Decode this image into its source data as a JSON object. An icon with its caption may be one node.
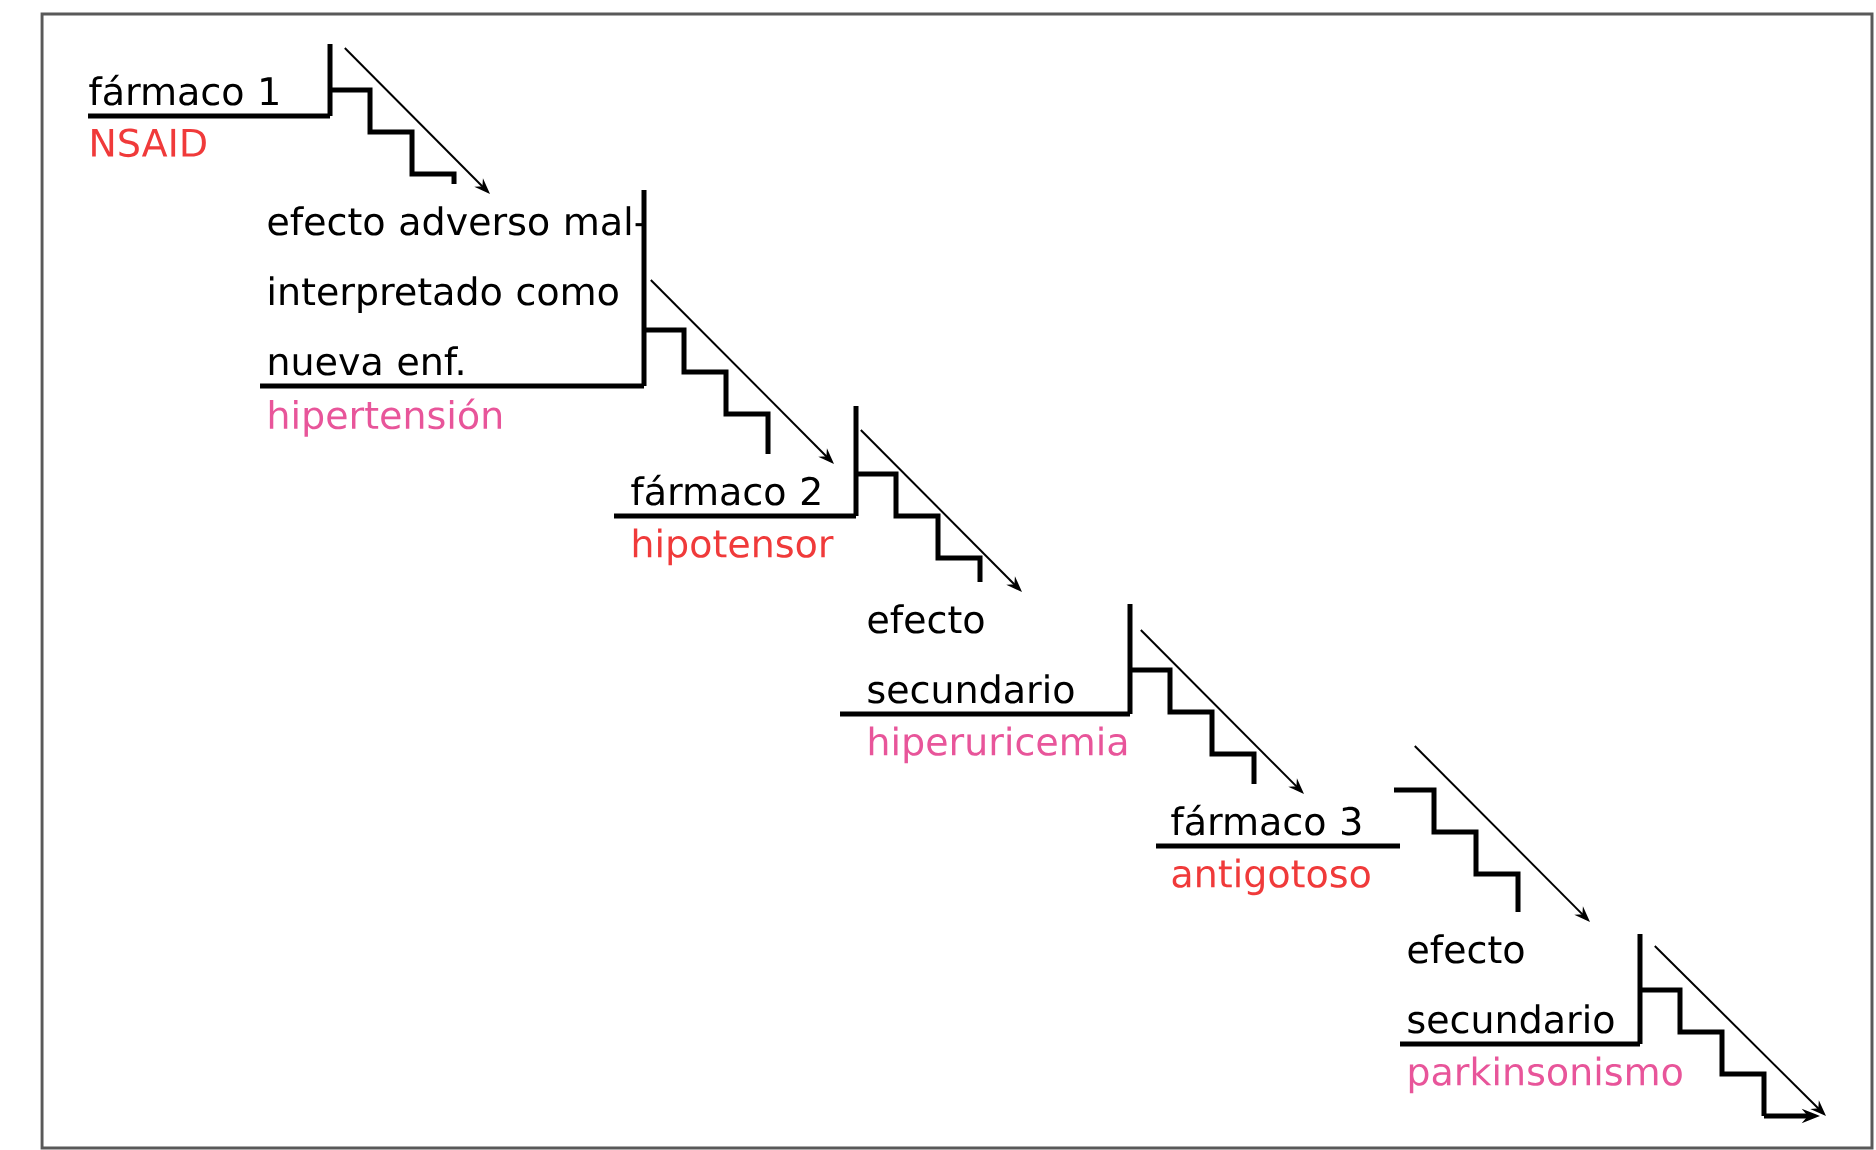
{
  "diagram": {
    "nodes": [
      {
        "text": [
          "fármaco 1",
          "NSAID"
        ]
      },
      {
        "text": [
          "efecto adverso mal-interpretado como nueva enf.",
          "hipertensión"
        ]
      },
      {
        "text": [
          "fármaco 2",
          "hipotensor"
        ]
      },
      {
        "text": [
          "efecto secundario",
          "hiperuricemia"
        ]
      },
      {
        "text": [
          "fármaco 3",
          "antigotoso"
        ]
      },
      {
        "text": [
          "efecto secundario",
          "parkinsonismo"
        ]
      }
    ],
    "edges": [
      {
        "from": 0,
        "to": 1,
        "arrow": "to"
      },
      {
        "from": 1,
        "to": 2,
        "arrow": "to"
      },
      {
        "from": 2,
        "to": 3,
        "arrow": "to"
      },
      {
        "from": 3,
        "to": 4,
        "arrow": "to"
      },
      {
        "from": 4,
        "to": 5,
        "arrow": "to"
      },
      {
        "from": 5,
        "to": null,
        "arrow": "to"
      }
    ]
  }
}
